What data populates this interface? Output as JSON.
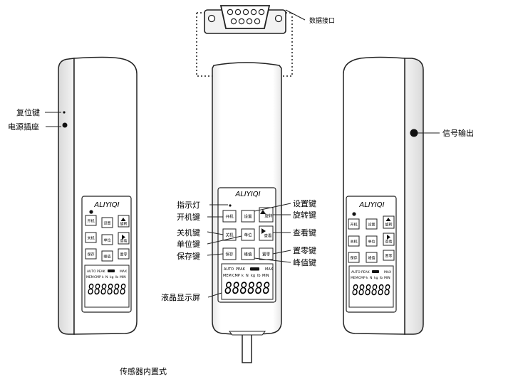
{
  "connector_label": "数据接口",
  "left_labels": {
    "reset": "复位键",
    "power_socket": "电源插座"
  },
  "right_labels": {
    "signal_output": "信号输出"
  },
  "center_labels": {
    "indicator": "指示灯",
    "power_on": "开机键",
    "power_off": "关机键",
    "unit": "单位键",
    "save": "保存键",
    "settings": "设置键",
    "rotate": "旋转键",
    "view": "查看键",
    "zero": "置零键",
    "peak": "峰值键",
    "lcd": "液晶显示屏"
  },
  "brand": "ALIYIQI",
  "keys": {
    "on": "开机",
    "settings": "设置",
    "rotate": "旋转",
    "off": "关机",
    "unit": "单位",
    "view": "查看",
    "save": "保存",
    "peak": "峰值",
    "zero": "置零"
  },
  "lcd": {
    "auto": "AUTO",
    "peak": "PEAK",
    "max": "MAX",
    "mem": "MEM",
    "cmp": "CMP",
    "k": "k",
    "n": "N",
    "kg": "kg",
    "lb": "lb",
    "min": "MIN",
    "digits": "888888"
  },
  "caption": "传感器内置式"
}
